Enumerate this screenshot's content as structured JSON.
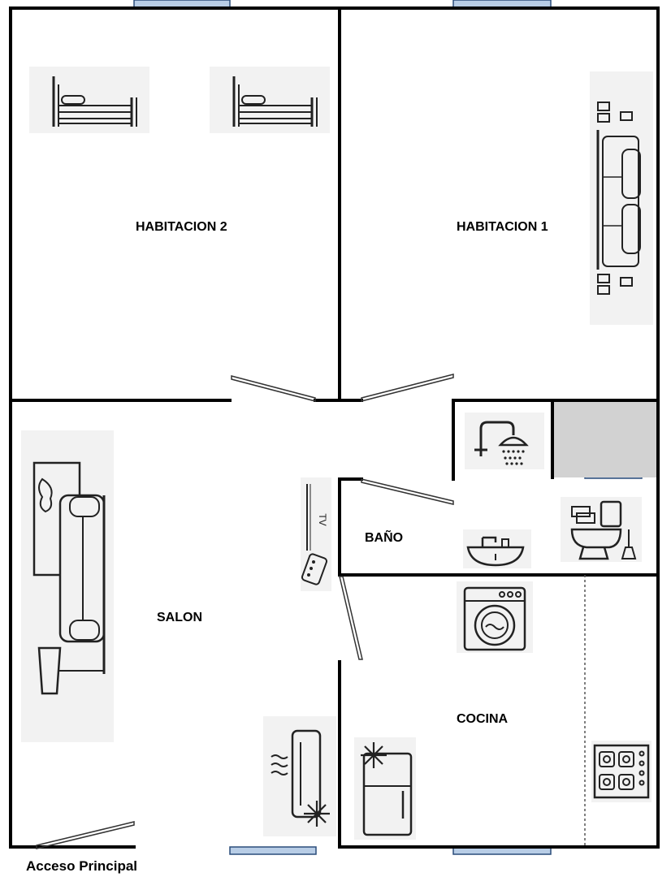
{
  "rooms": {
    "habitacion2": "HABITACION 2",
    "habitacion1": "HABITACION 1",
    "salon": "SALON",
    "bano": "BAÑO",
    "cocina": "COCINA"
  },
  "access": "Acceso Principal",
  "tv_label": "TV",
  "colors": {
    "wall": "#000000",
    "window": "#b8cde6",
    "window_edge": "#2a4d7a",
    "shaft": "#d2d2d2",
    "icon_bg": "#f2f2f2"
  }
}
